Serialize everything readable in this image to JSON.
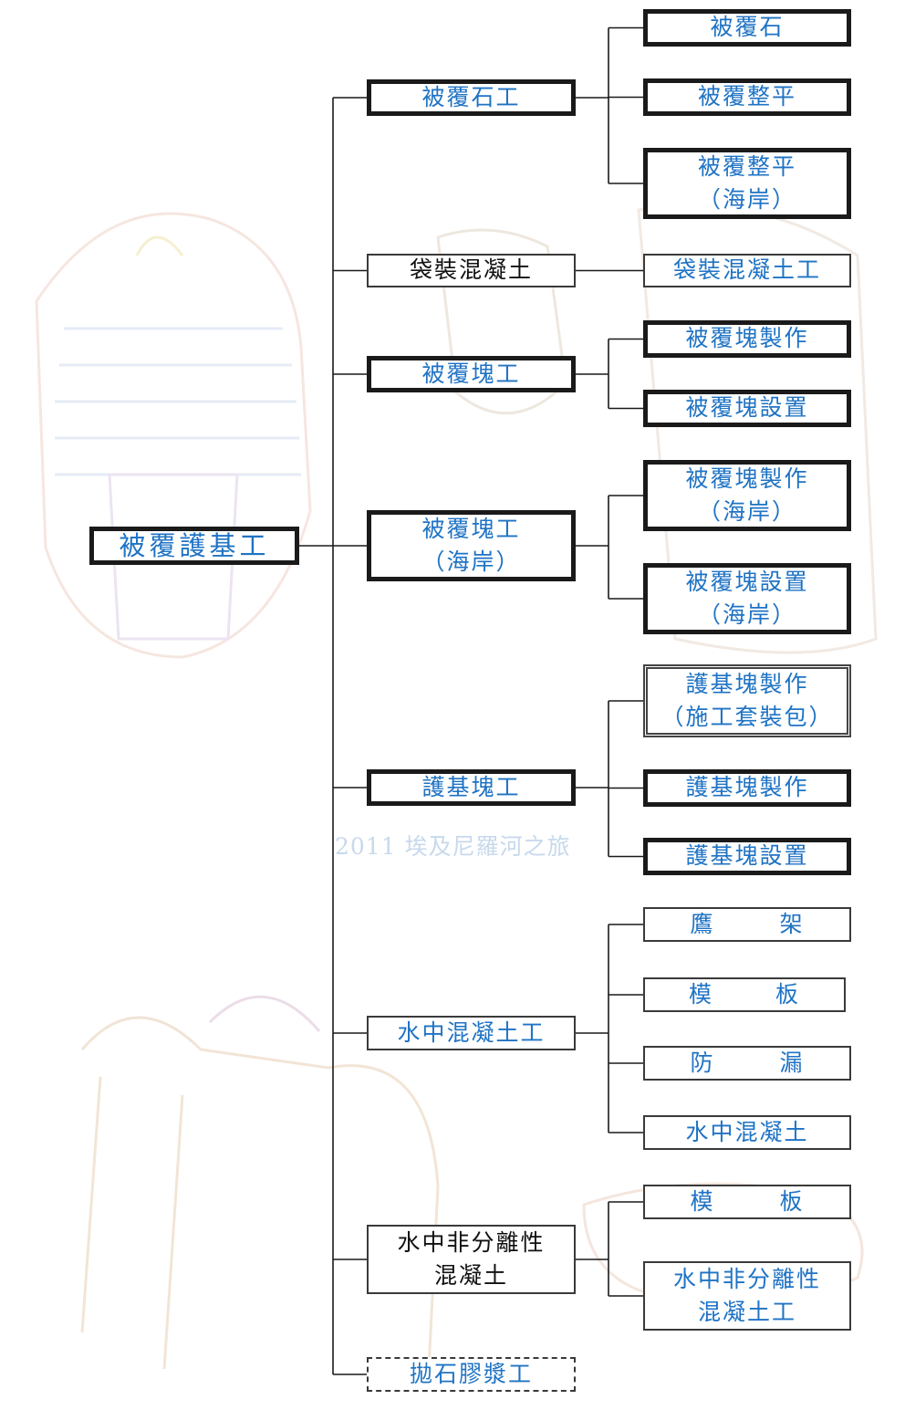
{
  "root": "被覆護基工",
  "watermark": "2011 埃及尼羅河之旅",
  "colors": {
    "link": "#1f73c4",
    "plain": "#111111",
    "line": "#1a1a1a"
  },
  "categories": [
    {
      "label": [
        "被覆石工"
      ],
      "children": [
        [
          "被覆石"
        ],
        [
          "被覆整平"
        ],
        [
          "被覆整平",
          "（海岸）"
        ]
      ]
    },
    {
      "label": [
        "袋裝混凝土"
      ],
      "children": [
        [
          "袋裝混凝土工"
        ]
      ]
    },
    {
      "label": [
        "被覆塊工"
      ],
      "children": [
        [
          "被覆塊製作"
        ],
        [
          "被覆塊設置"
        ]
      ]
    },
    {
      "label": [
        "被覆塊工",
        "（海岸）"
      ],
      "children": [
        [
          "被覆塊製作",
          "（海岸）"
        ],
        [
          "被覆塊設置",
          "（海岸）"
        ]
      ]
    },
    {
      "label": [
        "護基塊工"
      ],
      "children": [
        [
          "護基塊製作",
          "（施工套裝包）"
        ],
        [
          "護基塊製作"
        ],
        [
          "護基塊設置"
        ]
      ]
    },
    {
      "label": [
        "水中混凝土工"
      ],
      "children": [
        [
          "鷹",
          "架"
        ],
        [
          "模",
          "板"
        ],
        [
          "防",
          "漏"
        ],
        [
          "水中混凝土"
        ]
      ]
    },
    {
      "label": [
        "水中非分離性",
        "混凝土"
      ],
      "children": [
        [
          "模",
          "板"
        ],
        [
          "水中非分離性",
          "混凝土工"
        ]
      ]
    },
    {
      "label": [
        "拋石膠漿工"
      ],
      "children": []
    }
  ]
}
